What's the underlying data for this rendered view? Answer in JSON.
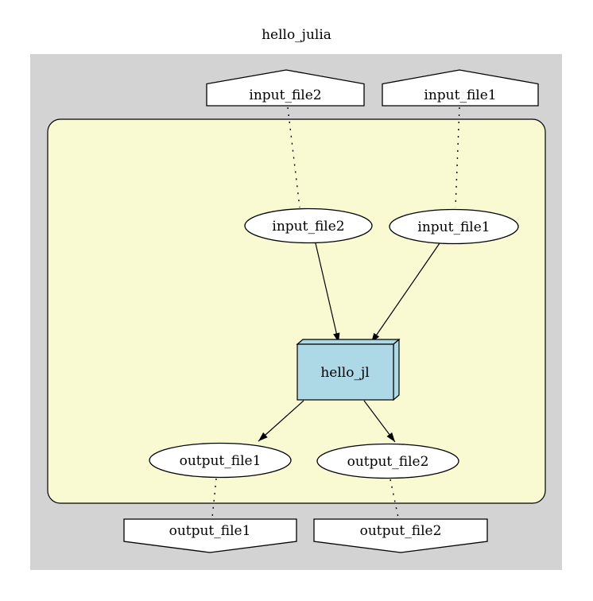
{
  "diagram": {
    "title": "hello_julia",
    "nodes": {
      "wf_input2": {
        "label": "input_file2",
        "shape": "house"
      },
      "wf_input1": {
        "label": "input_file1",
        "shape": "house"
      },
      "port_in2": {
        "label": "input_file2",
        "shape": "ellipse"
      },
      "port_in1": {
        "label": "input_file1",
        "shape": "ellipse"
      },
      "step": {
        "label": "hello_jl",
        "shape": "box3d"
      },
      "port_out1": {
        "label": "output_file1",
        "shape": "ellipse"
      },
      "port_out2": {
        "label": "output_file2",
        "shape": "ellipse"
      },
      "wf_output1": {
        "label": "output_file1",
        "shape": "invhouse"
      },
      "wf_output2": {
        "label": "output_file2",
        "shape": "invhouse"
      }
    },
    "edges": [
      {
        "from": "wf_input2",
        "to": "port_in2",
        "style": "dotted"
      },
      {
        "from": "wf_input1",
        "to": "port_in1",
        "style": "dotted"
      },
      {
        "from": "port_in2",
        "to": "step",
        "style": "solid-arrow"
      },
      {
        "from": "port_in1",
        "to": "step",
        "style": "solid-arrow"
      },
      {
        "from": "step",
        "to": "port_out1",
        "style": "solid-arrow"
      },
      {
        "from": "step",
        "to": "port_out2",
        "style": "solid-arrow"
      },
      {
        "from": "port_out1",
        "to": "wf_output1",
        "style": "dotted"
      },
      {
        "from": "port_out2",
        "to": "wf_output2",
        "style": "dotted"
      }
    ],
    "colors": {
      "page_bg": "#ffffff",
      "graph_bg": "#d3d3d3",
      "cluster_fill": "#fafad2",
      "node_fill": "#ffffff",
      "step_fill": "#add8e6",
      "stroke": "#000000",
      "text": "#000000"
    }
  }
}
